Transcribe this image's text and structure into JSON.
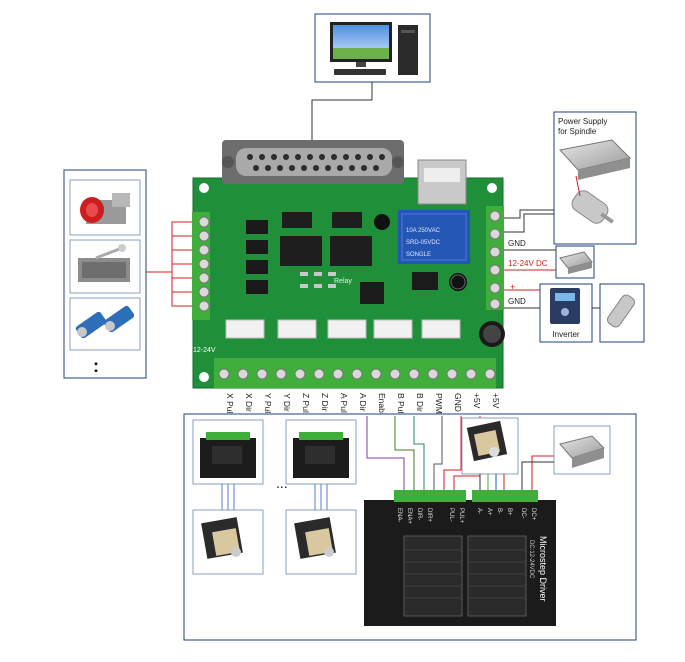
{
  "labels": {
    "power_supply_spindle": [
      "Power Supply",
      "for Spindle"
    ],
    "gnd_top": "GND",
    "dc_12_24": "12-24V DC",
    "plus_sign": "+",
    "gnd_bottom": "GND",
    "inverter": "Inverter",
    "ellipsis_vertical": ":",
    "ellipsis_horizontal": "...",
    "board_power_label": "12-24V",
    "relay_label": "Relay",
    "driver_title": "Microstep Driver",
    "driver_dc": "DC:12-24VDC"
  },
  "bottom_terminals": [
    "X Pul",
    "X Dir",
    "Y Pul",
    "Y Dir",
    "Z Pul",
    "Z Dir",
    "A Pul",
    "A Dir",
    "Enabl",
    "B Pul",
    "B Dir",
    "PWM",
    "GND",
    "+5V",
    "+5V"
  ],
  "driver_inputs": [
    "ENA-",
    "ENA+",
    "DIR-",
    "DIR+",
    "PUL-",
    "PUL+"
  ],
  "driver_outputs": [
    "A-",
    "A+",
    "B-",
    "B+",
    "DC-",
    "DC+"
  ],
  "colors": {
    "pcb": "#1f8f3a",
    "terminal": "#3fae3a",
    "frame": "#20407a",
    "red_wire": "#cc2222",
    "driver_body": "#1b1b1b"
  }
}
